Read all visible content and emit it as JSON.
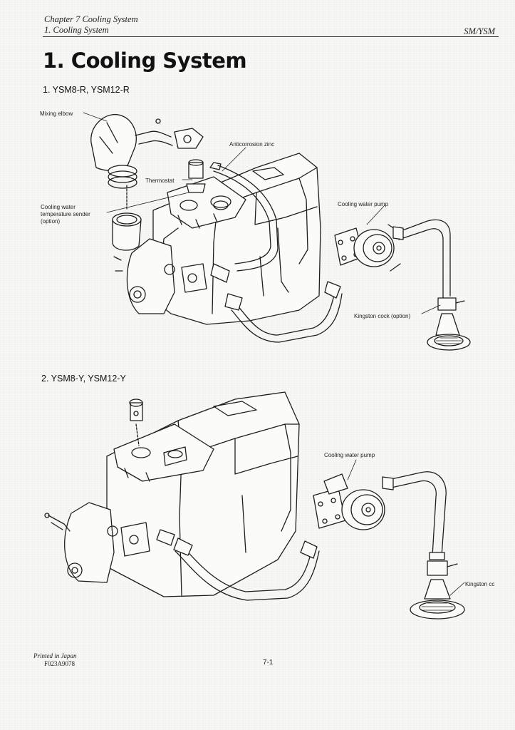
{
  "header": {
    "chapter": "Chapter 7 Cooling System",
    "section": "1. Cooling System",
    "model_code": "SM/YSM"
  },
  "page_title": "1. Cooling System",
  "figures": [
    {
      "heading": "1. YSM8-R, YSM12-R",
      "callouts": {
        "mixing_elbow": "Mixing elbow",
        "anticorrosion_zinc": "Anticorrosion zinc",
        "thermostat": "Thermostat",
        "temp_sender": "Cooling water temperature sender (option)",
        "water_pump": "Cooling water pump",
        "kingston_cock": "Kingston cock (option)"
      }
    },
    {
      "heading": "2. YSM8-Y, YSM12-Y",
      "callouts": {
        "water_pump": "Cooling water pump",
        "kingston_cock": "Kingston cc"
      }
    }
  ],
  "footer": {
    "printed": "Printed in Japan",
    "code": "F023A9078",
    "page_number": "7-1"
  }
}
